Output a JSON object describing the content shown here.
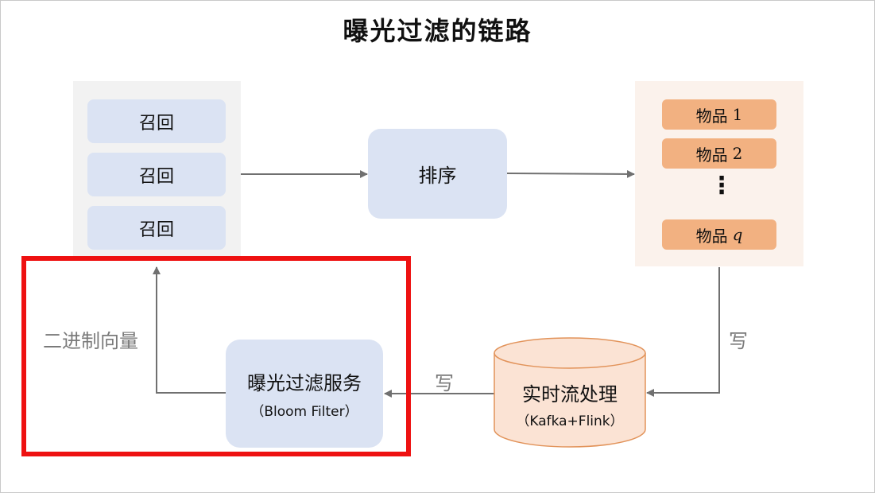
{
  "title": "曝光过滤的链路",
  "recall": {
    "items": [
      "召回",
      "召回",
      "召回"
    ]
  },
  "ranking": {
    "label": "排序"
  },
  "items": {
    "list": [
      {
        "text": "物品",
        "suffix": "1"
      },
      {
        "text": "物品",
        "suffix": "2"
      },
      {
        "text": "物品",
        "suffix": "q"
      }
    ],
    "ellipsis": "⋮"
  },
  "stream": {
    "title": "实时流处理",
    "subtitle": "（Kafka+Flink）"
  },
  "filter": {
    "title": "曝光过滤服务",
    "subtitle": "（Bloom Filter）"
  },
  "labels": {
    "write_right": "写",
    "write_middle": "写",
    "binary_vector": "二进制向量"
  },
  "colors": {
    "recall_box": "#dbe3f3",
    "item_box": "#f2b181",
    "database_fill": "#fbe3d4",
    "database_stroke": "#e2935a",
    "arrow": "#707070",
    "highlight": "#ee1111"
  }
}
